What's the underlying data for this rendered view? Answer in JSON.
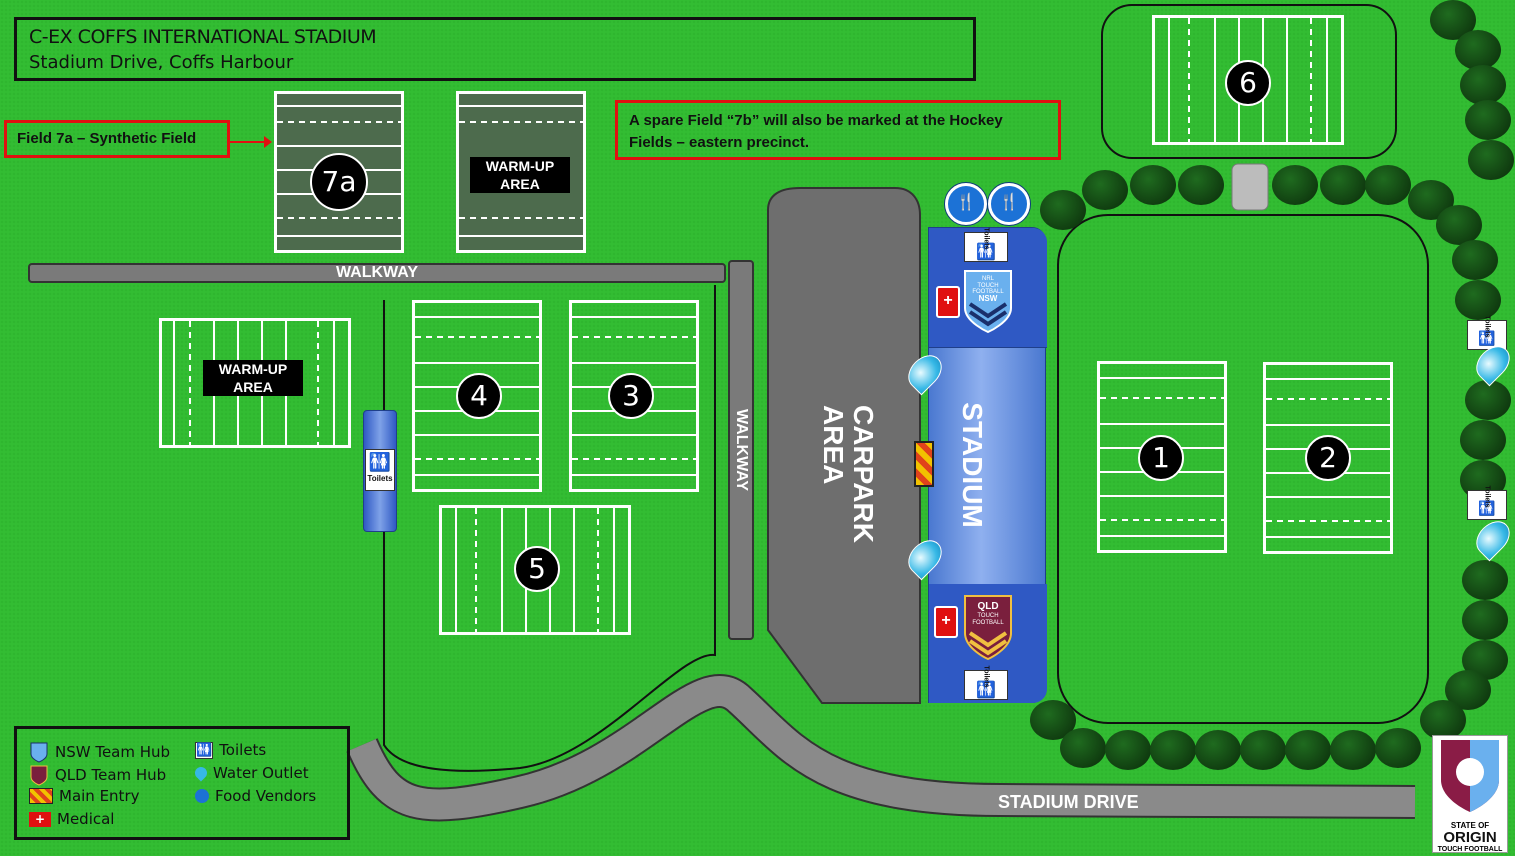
{
  "header": {
    "title": "C-EX COFFS INTERNATIONAL STADIUM",
    "address": "Stadium Drive, Coffs Harbour"
  },
  "callouts": {
    "field7a": "Field 7a – Synthetic Field",
    "spare_field": "A spare Field “7b” will also be marked at the Hockey Fields – eastern precinct."
  },
  "fields": {
    "f1": "1",
    "f2": "2",
    "f3": "3",
    "f4": "4",
    "f5": "5",
    "f6": "6",
    "f7a": "7a"
  },
  "warmup": {
    "label_line1": "WARM-UP",
    "label_line2": "AREA"
  },
  "walkway": {
    "label": "WALKWAY"
  },
  "carpark": {
    "line1": "CARPARK",
    "line2": "AREA"
  },
  "stadium": {
    "label": "STADIUM"
  },
  "road": {
    "label": "STADIUM DRIVE"
  },
  "toilets": {
    "label": "Toilets"
  },
  "hubs": {
    "nsw_line1": "NRL",
    "nsw_line2": "TOUCH",
    "nsw_line3": "FOOTBALL",
    "nsw_line4": "NSW",
    "qld_line1": "QLD",
    "qld_line2": "TOUCH",
    "qld_line3": "FOOTBALL"
  },
  "legend": {
    "nsw": "NSW Team Hub",
    "qld": "QLD Team Hub",
    "entry": "Main Entry",
    "medical": "Medical",
    "toilets": "Toilets",
    "water": "Water Outlet",
    "food": "Food Vendors"
  },
  "logo": {
    "line1": "STATE OF",
    "line2": "ORIGIN",
    "line3": "TOUCH FOOTBALL"
  },
  "colors": {
    "grass": "#33bd33",
    "stadium": "#3f6fd0",
    "callout_border": "#e01010",
    "road": "#8a8a8a"
  },
  "icons": [
    "water-drop-icon",
    "food-vendor-icon",
    "toilet-icon",
    "medical-kit-icon",
    "main-entry-icon"
  ]
}
